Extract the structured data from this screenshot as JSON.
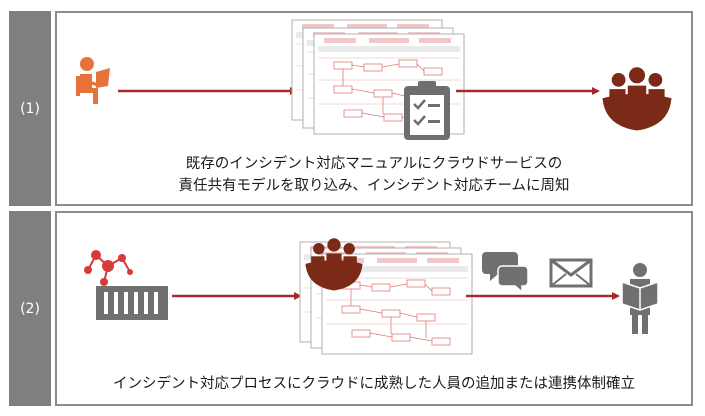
{
  "rows": [
    {
      "label": "(1)",
      "caption_line1": "既存のインシデント対応マニュアルにクラウドサービスの",
      "caption_line2": "責任共有モデルを取り込み、インシデント対応チームに周知"
    },
    {
      "label": "(2)",
      "caption_line1": "インシデント対応プロセスにクラウドに成熟した人員の追加または連携体制確立"
    }
  ],
  "icons": {
    "row1_left": "person-laptop-icon",
    "row1_doc": "flowchart-document-icon",
    "row1_badge": "clipboard-checklist-icon",
    "row1_right": "team-icon",
    "row2_left": "cloud-container-icon",
    "row2_doc": "flowchart-document-icon",
    "row2_badge": "team-icon",
    "row2_chat": "chat-bubbles-icon",
    "row2_mail": "envelope-icon",
    "row2_right": "person-reading-icon"
  },
  "colors": {
    "accent_orange": "#e8733a",
    "accent_dark_red": "#7a2a16",
    "arrow_red": "#a62a2a",
    "side_gray": "#7f7f7f",
    "icon_gray": "#707070"
  }
}
